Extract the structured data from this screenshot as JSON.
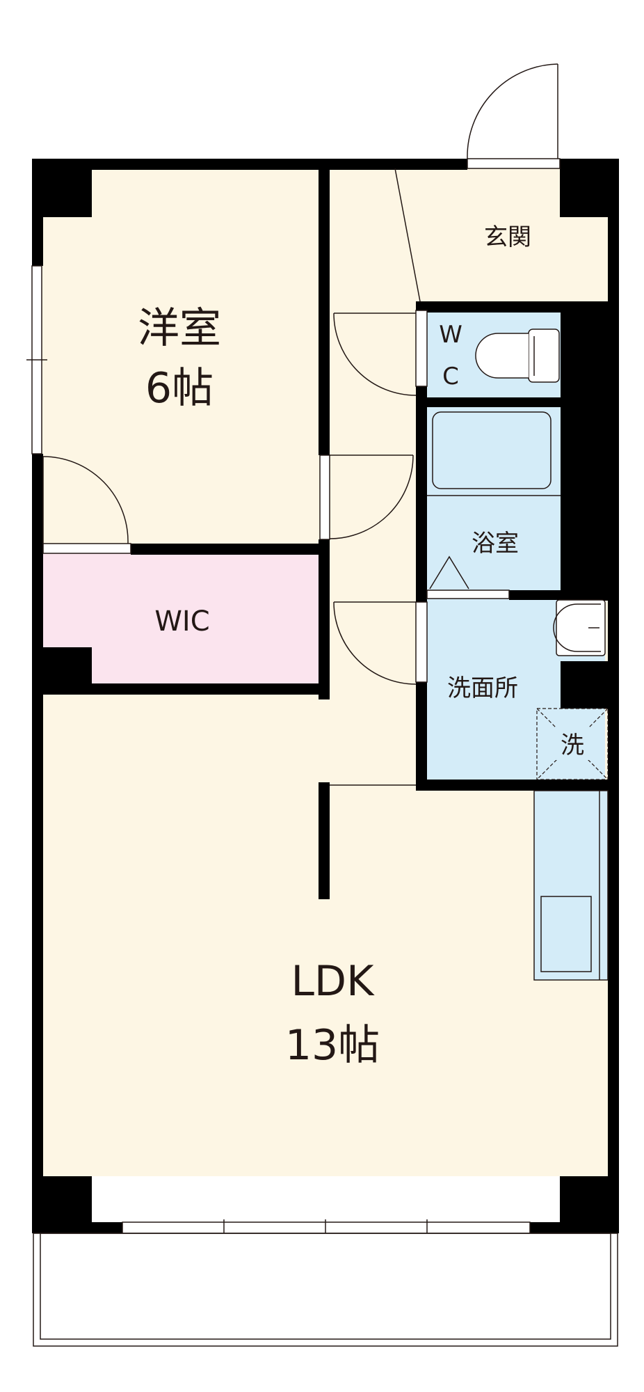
{
  "floorplan": {
    "rooms": {
      "western_room": {
        "name": "洋室",
        "size": "6帖",
        "fill": "#fdf6e4"
      },
      "wic": {
        "name": "WIC",
        "fill": "#fbe4ee"
      },
      "ldk": {
        "name": "LDK",
        "size": "13帖",
        "fill": "#fdf6e4"
      },
      "entrance": {
        "name": "玄関",
        "fill": "#fdf6e4"
      },
      "toilet": {
        "name_line1": "W",
        "name_line2": "C",
        "fill": "#d4ecf8"
      },
      "bathroom": {
        "name": "浴室",
        "fill": "#d4ecf8"
      },
      "washroom": {
        "name": "洗面所",
        "fill": "#d4ecf8"
      },
      "washer": {
        "name": "洗"
      }
    },
    "colors": {
      "wall": "#000000",
      "line": "#231815"
    }
  }
}
